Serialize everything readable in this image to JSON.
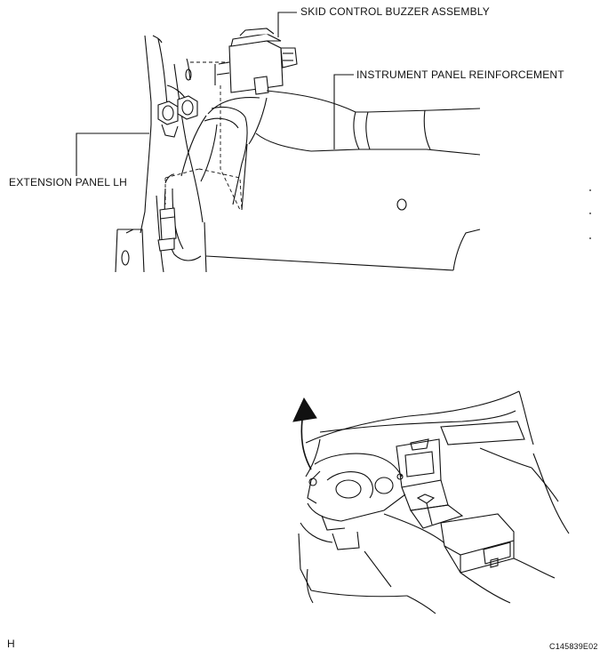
{
  "callouts": {
    "buzzer": "SKID CONTROL BUZZER ASSEMBLY",
    "reinforcement": "INSTRUMENT PANEL REINFORCEMENT",
    "extension": "EXTENSION PANEL LH"
  },
  "footer": {
    "left_mark": "H",
    "figure_id": "C145839E02"
  }
}
